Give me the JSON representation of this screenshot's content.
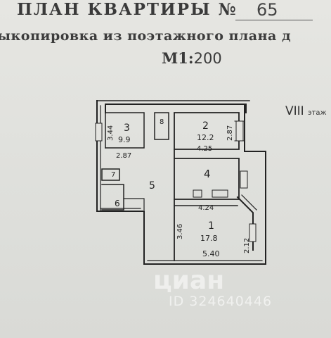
{
  "header": {
    "title": "ПЛАН КВАРТИРЫ №",
    "apartment_number": "65",
    "subtitle": "ыкопировка из поэтажного плана д",
    "scale_prefix": "М1:",
    "scale_value": "200"
  },
  "floor_label": {
    "roman": "VIII",
    "word": "этаж"
  },
  "rooms": [
    {
      "number": "3",
      "area": "9.9"
    },
    {
      "number": "2",
      "area": "12.2"
    },
    {
      "number": "4",
      "area": ""
    },
    {
      "number": "1",
      "area": "17.8"
    },
    {
      "number": "5",
      "area": ""
    },
    {
      "number": "7",
      "area": ""
    },
    {
      "number": "6",
      "area": ""
    },
    {
      "number": "8",
      "area": ""
    }
  ],
  "dimensions": {
    "room3_height": "3.44",
    "room3_width": "2.87",
    "room2_width": "4.25",
    "room2_height": "2.87",
    "room4_width": "4.24",
    "room1_height": "3.46",
    "room1_width": "5.40",
    "room1_bay": "2.12"
  },
  "watermark": {
    "brand": "циан",
    "listing_id": "ID 324640446"
  },
  "colors": {
    "paper": "#e3e3df",
    "ink": "#2b2b2b",
    "watermark": "#ffffff"
  }
}
